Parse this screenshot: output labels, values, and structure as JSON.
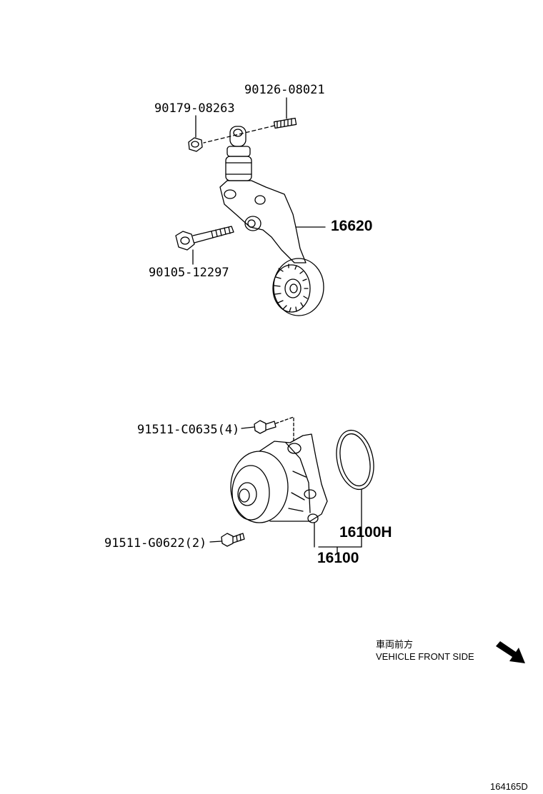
{
  "parts": {
    "tensioner_stud": "90126-08021",
    "tensioner_nut": "90179-08263",
    "tensioner_assy": "16620",
    "tensioner_bolt": "90105-12297",
    "pump_bolt_upper": "91511-C0635(4)",
    "pump_bolt_lower": "91511-G0622(2)",
    "pump_gasket": "16100H",
    "water_pump": "16100"
  },
  "direction": {
    "jp": "車両前方",
    "en": "VEHICLE FRONT SIDE"
  },
  "figure_id": "164165D"
}
